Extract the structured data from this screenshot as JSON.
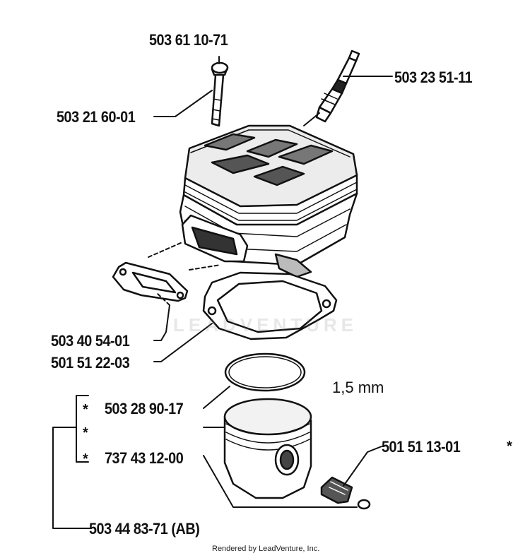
{
  "labels": {
    "bolt_top": "503 61 10-71",
    "bolt": "503 21 60-01",
    "spark_plug": "503 23 51-11",
    "gasket_exhaust": "503 40 54-01",
    "gasket_cylinder": "501 51 22-03",
    "piston_ring": "503 28 90-17",
    "piston_pin": "737 43 12-00",
    "circlip": "501 51 13-01",
    "kit": "503 44 83-71 (AB)"
  },
  "marks": {
    "star": "*"
  },
  "spec": "1,5 mm",
  "watermark": "LEADVENTURE",
  "footer": "Rendered by LeadVenture, Inc."
}
